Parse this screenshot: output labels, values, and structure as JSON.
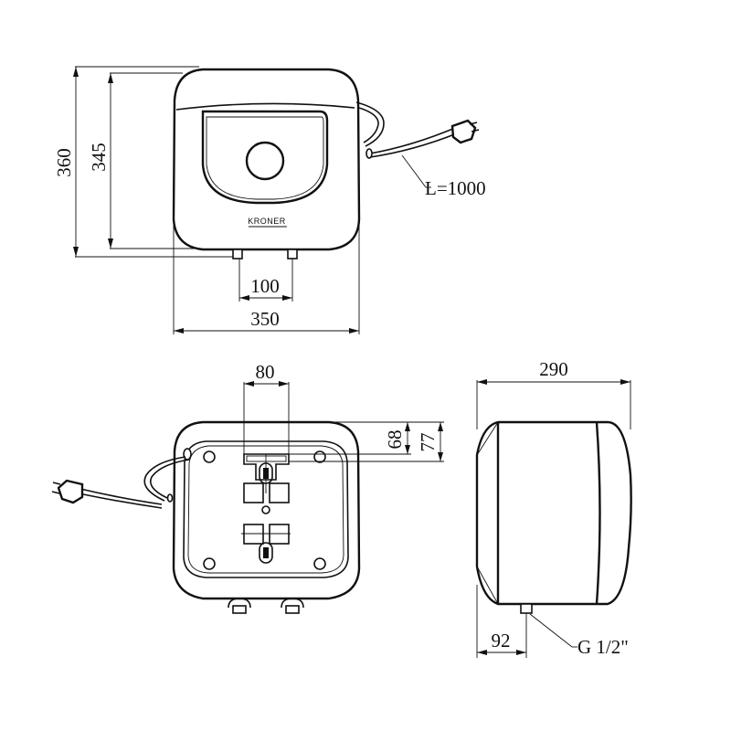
{
  "brand": "KRONER",
  "front_view": {
    "height_total": "360",
    "height_body": "345",
    "pipe_spacing": "100",
    "width": "350",
    "cable_length": "L=1000"
  },
  "rear_view": {
    "bracket_width": "80",
    "bracket_offset_1": "68",
    "bracket_offset_2": "77"
  },
  "side_view": {
    "depth": "290",
    "pipe_offset": "92",
    "thread": "G 1/2\""
  }
}
